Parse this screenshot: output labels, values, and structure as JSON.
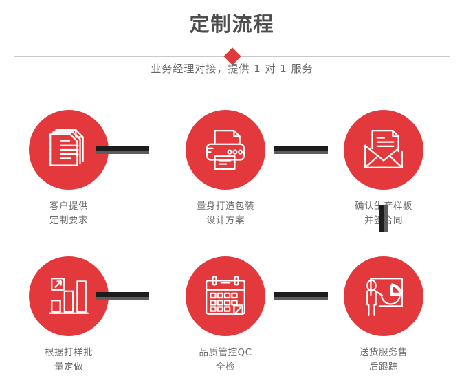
{
  "header": {
    "title": "定制流程",
    "subtitle": "业务经理对接，提供 1 对 1 服务",
    "divider_icon": "diamond-marker",
    "accent_color": "#e3393c",
    "title_color": "#4d4d4d",
    "subtitle_color": "#666666"
  },
  "flow": {
    "connector_color": "#1c1c1c",
    "connector_shadow_color": "#5c5c5c",
    "steps": [
      {
        "index": 1,
        "icon": "documents-stack-icon",
        "label": "客户提供\n定制要求"
      },
      {
        "index": 2,
        "icon": "printer-icon",
        "label": "量身打造包装\n设计方案"
      },
      {
        "index": 3,
        "icon": "envelope-document-icon",
        "label": "确认生产样板\n并签合同"
      },
      {
        "index": 4,
        "icon": "bar-chart-growth-icon",
        "label": "根据打样批\n量定做"
      },
      {
        "index": 5,
        "icon": "calendar-icon",
        "label": "品质管控QC\n全检"
      },
      {
        "index": 6,
        "icon": "presentation-person-icon",
        "label": "送货服务售\n后跟踪"
      }
    ],
    "connectors": [
      {
        "name": "connector-step1-step2",
        "orientation": "horizontal"
      },
      {
        "name": "connector-step2-step3",
        "orientation": "horizontal"
      },
      {
        "name": "connector-step3-step6",
        "orientation": "vertical"
      },
      {
        "name": "connector-step4-step5",
        "orientation": "horizontal"
      },
      {
        "name": "connector-step5-step6",
        "orientation": "horizontal"
      }
    ]
  }
}
